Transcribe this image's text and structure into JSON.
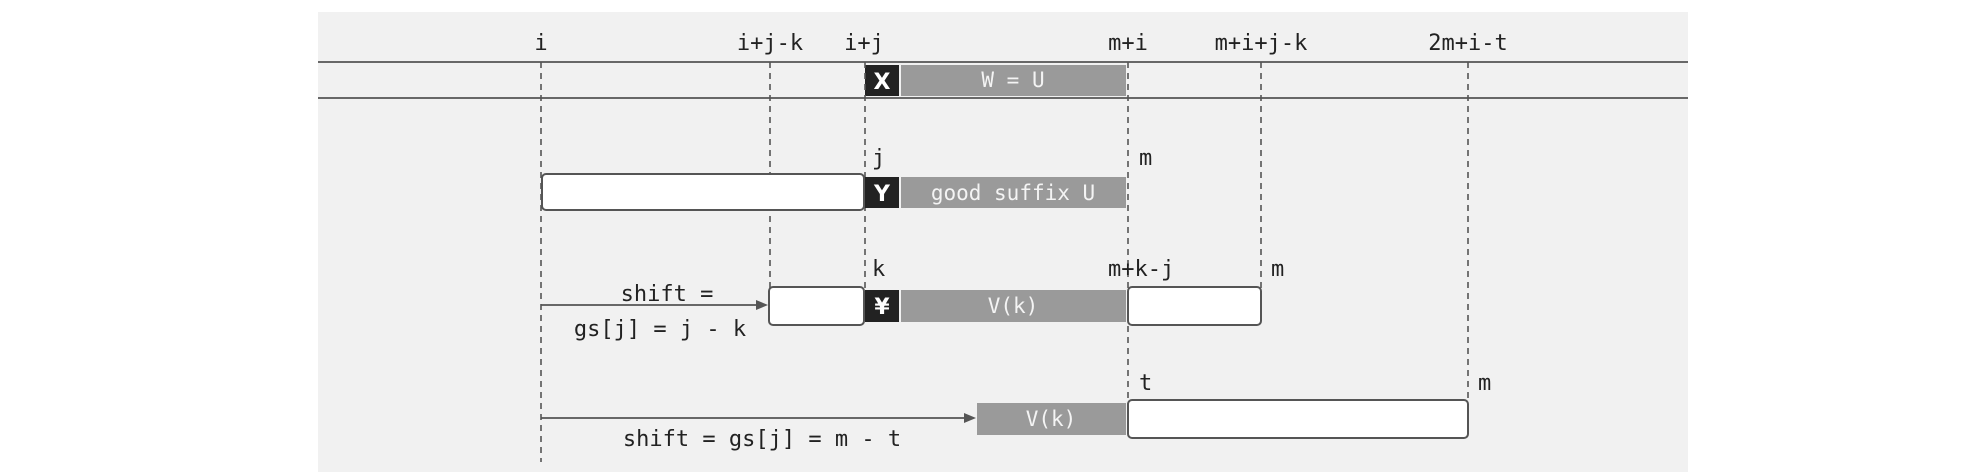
{
  "text_row": {
    "position_labels": [
      "i",
      "i+j-k",
      "i+j",
      "m+i",
      "m+i+j-k",
      "2m+i-t"
    ],
    "mismatch_char": "X",
    "match_label": "W = U"
  },
  "pattern_row": {
    "labels": {
      "j": "j",
      "m": "m"
    },
    "mismatch_char": "Y",
    "suffix_label": "good suffix U"
  },
  "shift1_row": {
    "labels": {
      "k": "k",
      "mkj": "m+k-j",
      "m": "m"
    },
    "mismatch_char": "¥",
    "block_label": "V(k)",
    "shift_label_line1": "shift =",
    "shift_label_line2": "gs[j] = j - k"
  },
  "shift2_row": {
    "labels": {
      "t": "t",
      "m": "m"
    },
    "block_label": "V(k)",
    "shift_label": "shift = gs[j] = m - t"
  },
  "colors": {
    "background": "#f1f1f1",
    "gray_block": "#9a9a9a",
    "char_block": "#222222",
    "line": "#555555"
  }
}
